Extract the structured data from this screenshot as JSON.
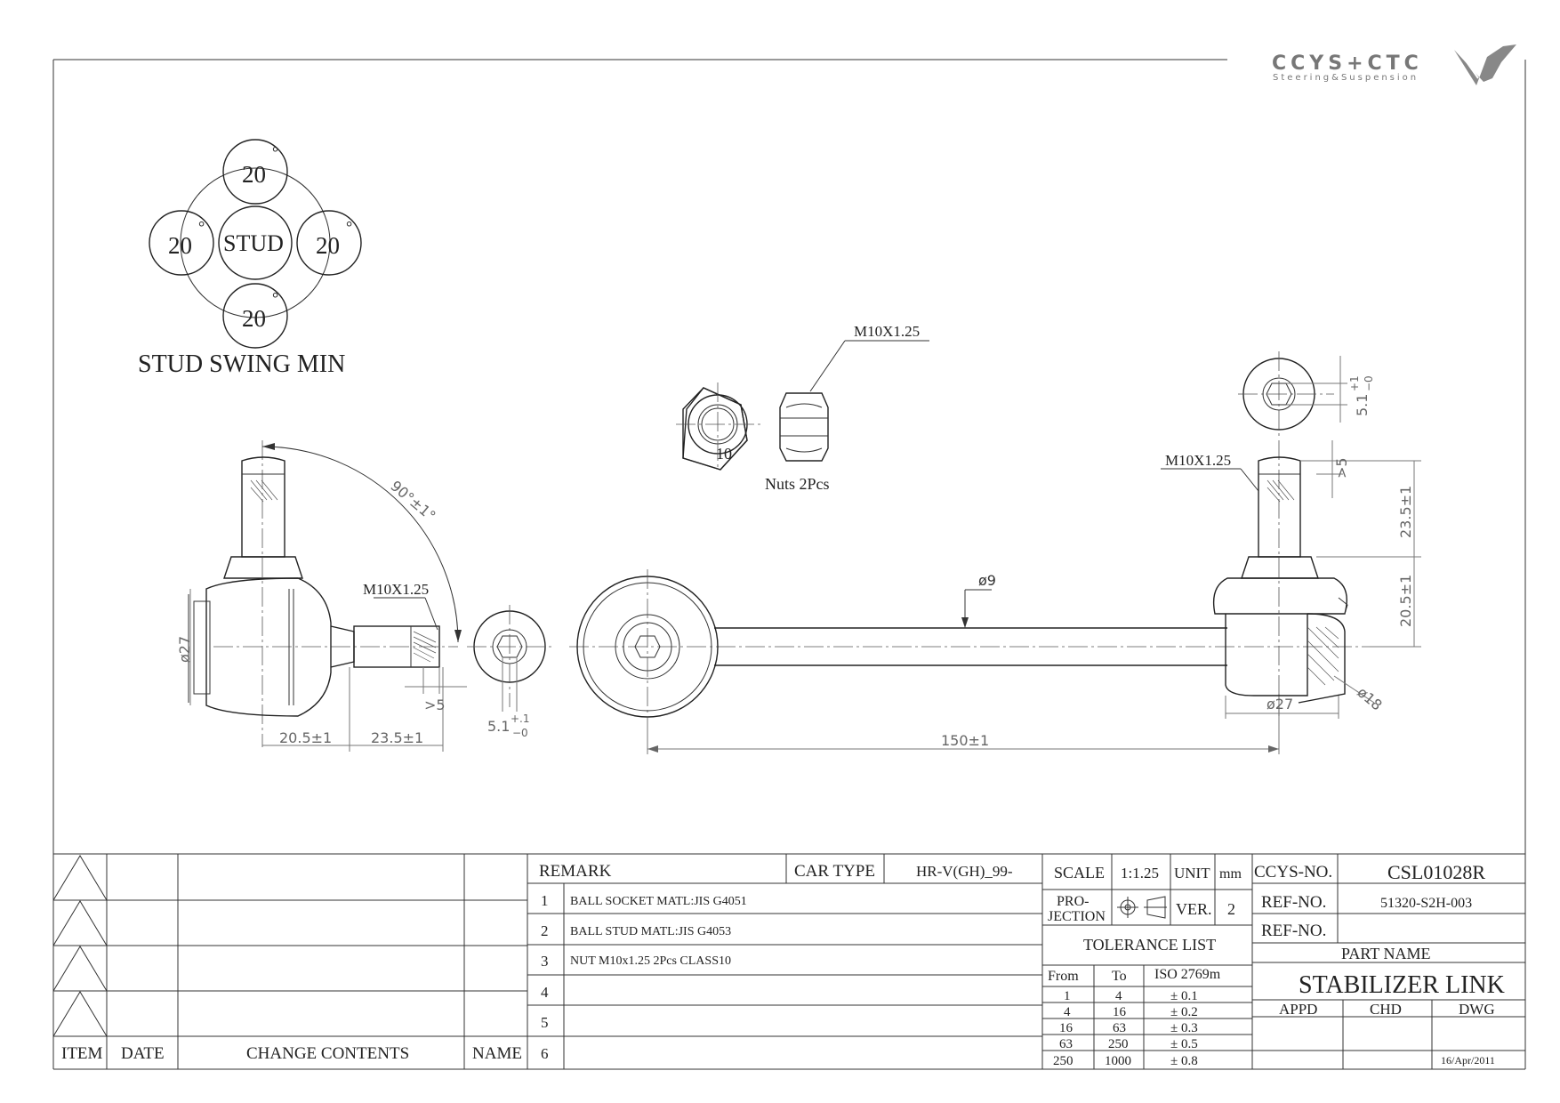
{
  "logo": {
    "brand": "CCYS+CTC",
    "tagline": "Steering&Suspension"
  },
  "swing": {
    "top": "20",
    "left": "20",
    "right": "20",
    "bottom": "20",
    "center": "STUD",
    "degree": "°",
    "caption": "STUD SWING MIN"
  },
  "nuts": {
    "thread": "M10X1.25",
    "size": "10",
    "caption": "Nuts 2Pcs"
  },
  "left_view": {
    "thread": "M10X1.25",
    "angle": "90°±1°",
    "dia": "ø27",
    "gt5": ">5",
    "dim_a": "20.5±1",
    "dim_b": "23.5±1",
    "hex_main": "5.1",
    "hex_plus": "+.1",
    "hex_minus": "−0"
  },
  "main_view": {
    "rod_dia": "ø9",
    "length": "150±1"
  },
  "right_view": {
    "thread": "M10X1.25",
    "gt5": ">5",
    "dim_a": "23.5±1",
    "dim_b": "20.5±1",
    "dia27": "ø27",
    "dia18": "ø18",
    "hex_main": "5.1",
    "hex_plus": "+1",
    "hex_minus": "−0"
  },
  "title_block": {
    "rev_headers": [
      "ITEM",
      "DATE",
      "CHANGE CONTENTS",
      "NAME"
    ],
    "remark_label": "REMARK",
    "car_type_label": "CAR TYPE",
    "car_type": "HR-V(GH)_99-",
    "remarks": [
      {
        "n": "1",
        "text": "BALL SOCKET MATL:JIS  G4051"
      },
      {
        "n": "2",
        "text": "BALL STUD MATL:JIS G4053"
      },
      {
        "n": "3",
        "text": "NUT M10x1.25 2Pcs CLASS10"
      },
      {
        "n": "4",
        "text": ""
      },
      {
        "n": "5",
        "text": ""
      },
      {
        "n": "6",
        "text": ""
      }
    ],
    "scale_label": "SCALE",
    "scale": "1:1.25",
    "unit_label": "UNIT",
    "unit": "mm",
    "projection_1": "PRO-",
    "projection_2": "JECTION",
    "ver_label": "VER.",
    "ver": "2",
    "tolerance_label": "TOLERANCE LIST",
    "tol_headers": [
      "From",
      "To",
      "ISO 2769m"
    ],
    "tolerances": [
      {
        "from": "1",
        "to": "4",
        "tol": "± 0.1"
      },
      {
        "from": "4",
        "to": "16",
        "tol": "± 0.2"
      },
      {
        "from": "16",
        "to": "63",
        "tol": "± 0.3"
      },
      {
        "from": "63",
        "to": "250",
        "tol": "± 0.5"
      },
      {
        "from": "250",
        "to": "1000",
        "tol": "± 0.8"
      }
    ],
    "ccys_label": "CCYS-NO.",
    "ccys_no": "CSL01028R",
    "ref_label": "REF-NO.",
    "ref_no": "51320-S2H-003",
    "ref_label2": "REF-NO.",
    "ref_no2": "",
    "part_name_label": "PART NAME",
    "part_name": "STABILIZER LINK",
    "appd": "APPD",
    "chd": "CHD",
    "dwg": "DWG",
    "date": "16/Apr/2011"
  }
}
